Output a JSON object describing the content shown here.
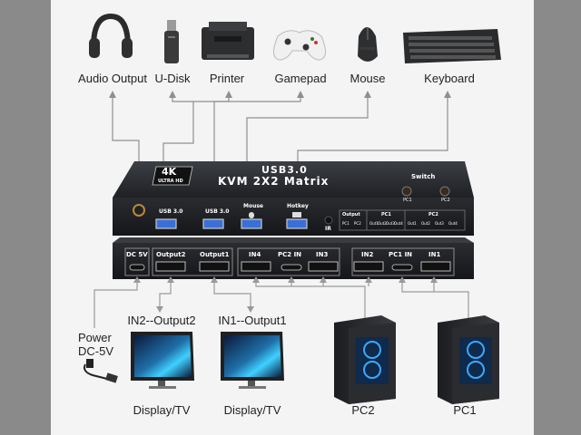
{
  "devices_top": {
    "audio_output": "Audio Output",
    "u_disk": "U-Disk",
    "printer": "Printer",
    "gamepad": "Gamepad",
    "mouse": "Mouse",
    "keyboard": "Keyboard"
  },
  "kvm": {
    "badge_big": "4K",
    "badge_small": "ULTRA HD",
    "title_line1": "USB3.0",
    "title_line2": "KVM 2X2 Matrix",
    "switch_label": "Switch",
    "switch_left": "PC1",
    "switch_right": "PC2",
    "front_ports": {
      "usb1": "USB 3.0",
      "usb2": "USB 3.0",
      "mouse": "Mouse",
      "hotkey": "Hotkey",
      "ir": "IR"
    },
    "indicator_groups": {
      "output": "Output",
      "pc1": "PC1",
      "pc2": "PC2",
      "output_leds": [
        "PC1",
        "PC2"
      ],
      "pc1_leds": [
        "Out1",
        "Out2",
        "Out3",
        "Out4"
      ],
      "pc2_leds": [
        "Out1",
        "Out2",
        "Out3",
        "Out4"
      ]
    },
    "back_ports": {
      "dc": "DC 5V",
      "output2": "Output2",
      "output1": "Output1",
      "in4": "IN4",
      "pc2_in": "PC2 IN",
      "in3": "IN3",
      "in2": "IN2",
      "pc1_in": "PC1 IN",
      "in1": "IN1"
    }
  },
  "devices_bottom": {
    "power_line1": "Power",
    "power_line2": "DC-5V",
    "in2_output2": "IN2--Output2",
    "in1_output1": "IN1--Output1",
    "display1": "Display/TV",
    "display2": "Display/TV",
    "pc2": "PC2",
    "pc1": "PC1"
  },
  "colors": {
    "background_side": "#8a8a8a",
    "panel": "#f4f4f4",
    "device_body": "#2a2c30",
    "usb_port": "#3b6fd8",
    "connector_line": "#ffffff",
    "pc_light": "#3aa8ff",
    "screen_glow": "#3fd0ff"
  }
}
